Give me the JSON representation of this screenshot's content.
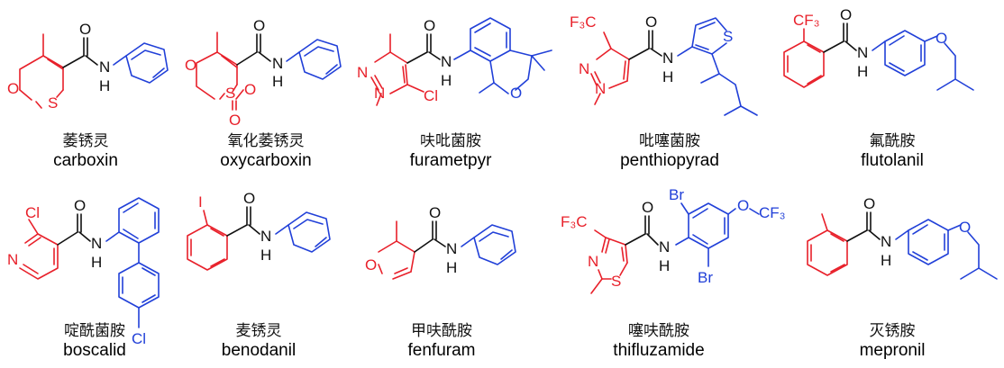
{
  "colors": {
    "red": "#e8202a",
    "blue": "#2140d8",
    "black": "#111111"
  },
  "compounds": [
    {
      "cn": "萎锈灵",
      "en": "carboxin"
    },
    {
      "cn": "氧化萎锈灵",
      "en": "oxycarboxin"
    },
    {
      "cn": "呋吡菌胺",
      "en": "furametpyr"
    },
    {
      "cn": "吡噻菌胺",
      "en": "penthiopyrad"
    },
    {
      "cn": "氟酰胺",
      "en": "flutolanil"
    },
    {
      "cn": "啶酰菌胺",
      "en": "boscalid"
    },
    {
      "cn": "麦锈灵",
      "en": "benodanil"
    },
    {
      "cn": "甲呋酰胺",
      "en": "fenfuram"
    },
    {
      "cn": "噻呋酰胺",
      "en": "thifluzamide"
    },
    {
      "cn": "灭锈胺",
      "en": "mepronil"
    }
  ],
  "atoms": {
    "O": "O",
    "N": "N",
    "H": "H",
    "S": "S",
    "Cl": "Cl",
    "Br": "Br",
    "I": "I",
    "CF3": "CF₃",
    "F3C": "F₃C",
    "SO2_O": "O"
  }
}
